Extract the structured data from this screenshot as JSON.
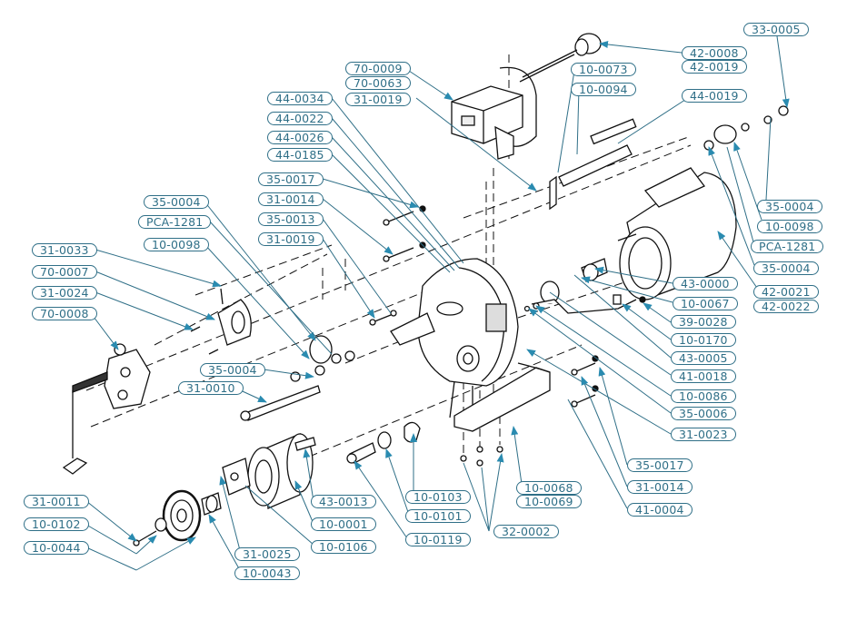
{
  "diagram": {
    "type": "exploded-parts-assembly",
    "colors": {
      "callout": "#2f6f87",
      "arrow": "#2a8bb0",
      "line": "#111111"
    },
    "callouts": [
      {
        "id": "c1",
        "part": "33-0005"
      },
      {
        "id": "c2",
        "part": "42-0008"
      },
      {
        "id": "c3",
        "part": "42-0019"
      },
      {
        "id": "c4",
        "part": "70-0009"
      },
      {
        "id": "c5",
        "part": "70-0063"
      },
      {
        "id": "c6",
        "part": "31-0019"
      },
      {
        "id": "c7",
        "part": "10-0073"
      },
      {
        "id": "c8",
        "part": "10-0094"
      },
      {
        "id": "c9",
        "part": "44-0019"
      },
      {
        "id": "c10",
        "part": "44-0034"
      },
      {
        "id": "c11",
        "part": "44-0022"
      },
      {
        "id": "c12",
        "part": "44-0026"
      },
      {
        "id": "c13",
        "part": "44-0185"
      },
      {
        "id": "c14",
        "part": "35-0017"
      },
      {
        "id": "c15",
        "part": "31-0014"
      },
      {
        "id": "c16",
        "part": "35-0013"
      },
      {
        "id": "c17",
        "part": "31-0019"
      },
      {
        "id": "c18",
        "part": "35-0004"
      },
      {
        "id": "c19",
        "part": "PCA-1281"
      },
      {
        "id": "c20",
        "part": "10-0098"
      },
      {
        "id": "c21",
        "part": "31-0033"
      },
      {
        "id": "c22",
        "part": "70-0007"
      },
      {
        "id": "c23",
        "part": "31-0024"
      },
      {
        "id": "c24",
        "part": "70-0008"
      },
      {
        "id": "c25",
        "part": "35-0004"
      },
      {
        "id": "c26",
        "part": "31-0010"
      },
      {
        "id": "c27",
        "part": "35-0004"
      },
      {
        "id": "c28",
        "part": "10-0098"
      },
      {
        "id": "c29",
        "part": "PCA-1281"
      },
      {
        "id": "c30",
        "part": "35-0004"
      },
      {
        "id": "c31",
        "part": "42-0021"
      },
      {
        "id": "c32",
        "part": "42-0022"
      },
      {
        "id": "c33",
        "part": "43-0000"
      },
      {
        "id": "c34",
        "part": "10-0067"
      },
      {
        "id": "c35",
        "part": "39-0028"
      },
      {
        "id": "c36",
        "part": "10-0170"
      },
      {
        "id": "c37",
        "part": "43-0005"
      },
      {
        "id": "c38",
        "part": "41-0018"
      },
      {
        "id": "c39",
        "part": "10-0086"
      },
      {
        "id": "c40",
        "part": "35-0006"
      },
      {
        "id": "c41",
        "part": "31-0023"
      },
      {
        "id": "c42",
        "part": "35-0017"
      },
      {
        "id": "c43",
        "part": "31-0014"
      },
      {
        "id": "c44",
        "part": "41-0004"
      },
      {
        "id": "c45",
        "part": "10-0068"
      },
      {
        "id": "c46",
        "part": "10-0069"
      },
      {
        "id": "c47",
        "part": "32-0002"
      },
      {
        "id": "c48",
        "part": "10-0103"
      },
      {
        "id": "c49",
        "part": "10-0101"
      },
      {
        "id": "c50",
        "part": "10-0119"
      },
      {
        "id": "c51",
        "part": "43-0013"
      },
      {
        "id": "c52",
        "part": "10-0001"
      },
      {
        "id": "c53",
        "part": "10-0106"
      },
      {
        "id": "c54",
        "part": "31-0025"
      },
      {
        "id": "c55",
        "part": "10-0043"
      },
      {
        "id": "c56",
        "part": "31-0011"
      },
      {
        "id": "c57",
        "part": "10-0102"
      },
      {
        "id": "c58",
        "part": "10-0044"
      }
    ]
  }
}
